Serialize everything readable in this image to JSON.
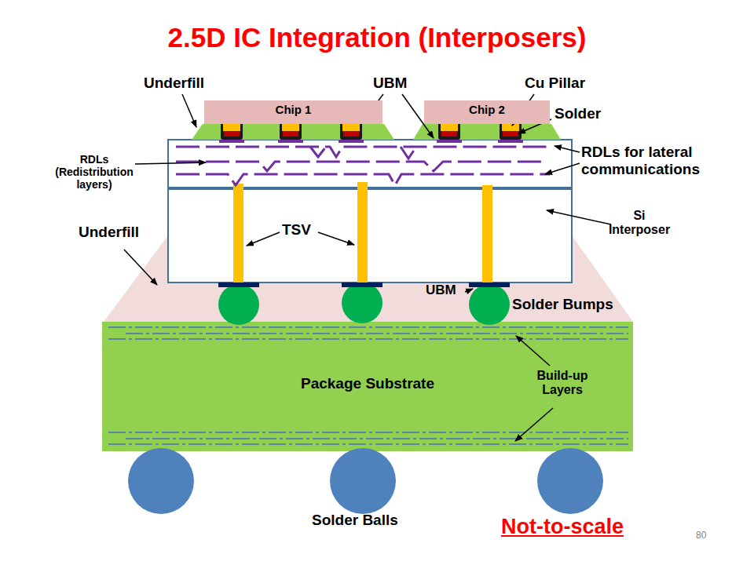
{
  "diagram": {
    "title": "2.5D IC Integration (Interposers)",
    "nodes": [
      {
        "text": [
          "Chip 1"
        ]
      },
      {
        "text": [
          "Chip 2"
        ]
      },
      {
        "text": [
          "Package Substrate"
        ]
      }
    ],
    "labels": [
      "Underfill",
      "UBM",
      "Cu Pillar",
      "Solder",
      "RDLs (Redistribution layers)",
      "RDLs for lateral communications",
      "Underfill",
      "TSV",
      "Si Interposer",
      "UBM",
      "Solder Bumps",
      "Build-up Layers",
      "Solder Balls",
      "Not-to-scale",
      "80"
    ]
  }
}
